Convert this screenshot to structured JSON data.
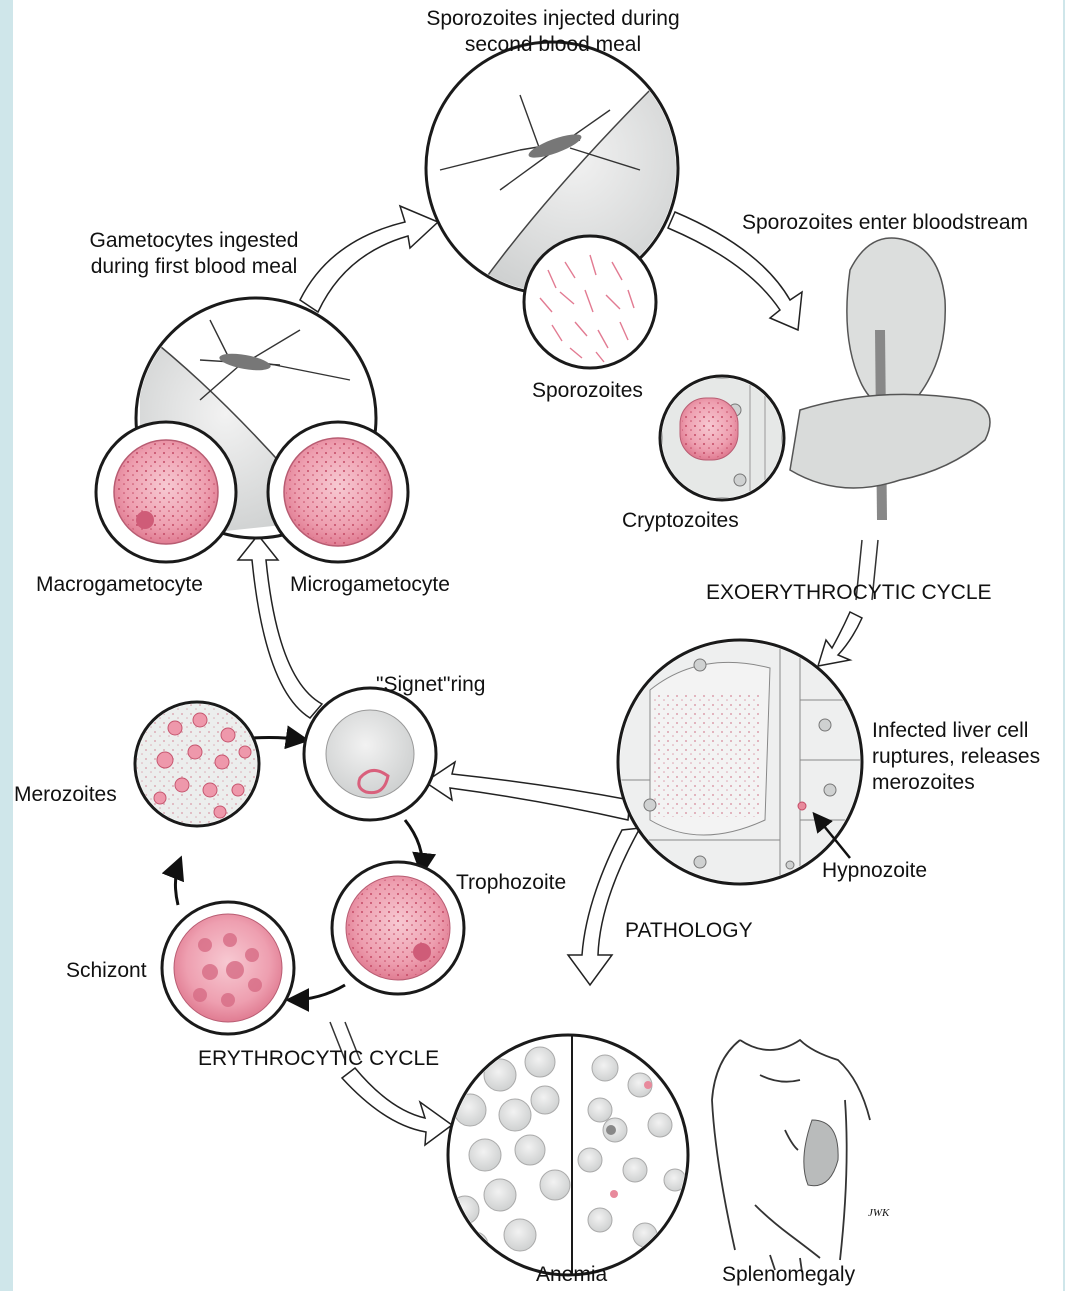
{
  "labels": {
    "sporozoites_injected": "Sporozoites injected during second blood meal",
    "sporozoites_injected_line1": "Sporozoites injected during",
    "sporozoites_injected_line2": "second blood meal",
    "sporozoites_enter": "Sporozoites enter bloodstream",
    "gametocytes_line1": "Gametocytes ingested",
    "gametocytes_line2": "during first blood meal",
    "sporozoites": "Sporozoites",
    "cryptozoites": "Cryptozoites",
    "macrogametocyte": "Macrogametocyte",
    "microgametocyte": "Microgametocyte",
    "exoerythrocytic": "EXOERYTHROCYTIC CYCLE",
    "signet_ring": "\"Signet\"ring",
    "infected_line1": "Infected liver cell",
    "infected_line2": "ruptures, releases",
    "infected_line3": "merozoites",
    "merozoites": "Merozoites",
    "hypnozoite": "Hypnozoite",
    "trophozoite": "Trophozoite",
    "pathology": "PATHOLOGY",
    "schizont": "Schizont",
    "erythrocytic": "ERYTHROCYTIC CYCLE",
    "anemia": "Anemia",
    "splenomegaly": "Splenomegaly",
    "artist_mark": "JWK"
  },
  "colors": {
    "background_frame": "#cfe6ea",
    "panel": "#ffffff",
    "cell_pink": "#e88a9c",
    "tissue_grey": "#d4d6d6",
    "outline": "#1a1a1a"
  }
}
